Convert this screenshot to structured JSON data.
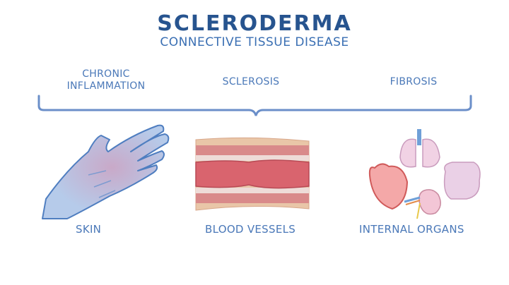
{
  "title": "SCLERODERMA",
  "subtitle": "CONNECTIVE TISSUE DISEASE",
  "stages": [
    {
      "line1": "CHRONIC",
      "line2": "INFLAMMATION"
    },
    {
      "line1": "SCLEROSIS"
    },
    {
      "line1": "FIBROSIS"
    }
  ],
  "targets": [
    {
      "label": "SKIN",
      "icon": "hand-icon"
    },
    {
      "label": "BLOOD VESSELS",
      "icon": "blood-vessel-icon"
    },
    {
      "label": "INTERNAL ORGANS",
      "icon": "organs-icon"
    }
  ],
  "colors": {
    "title": "#27548f",
    "text": "#4a78b8",
    "bracket": "#6b8fc9"
  }
}
